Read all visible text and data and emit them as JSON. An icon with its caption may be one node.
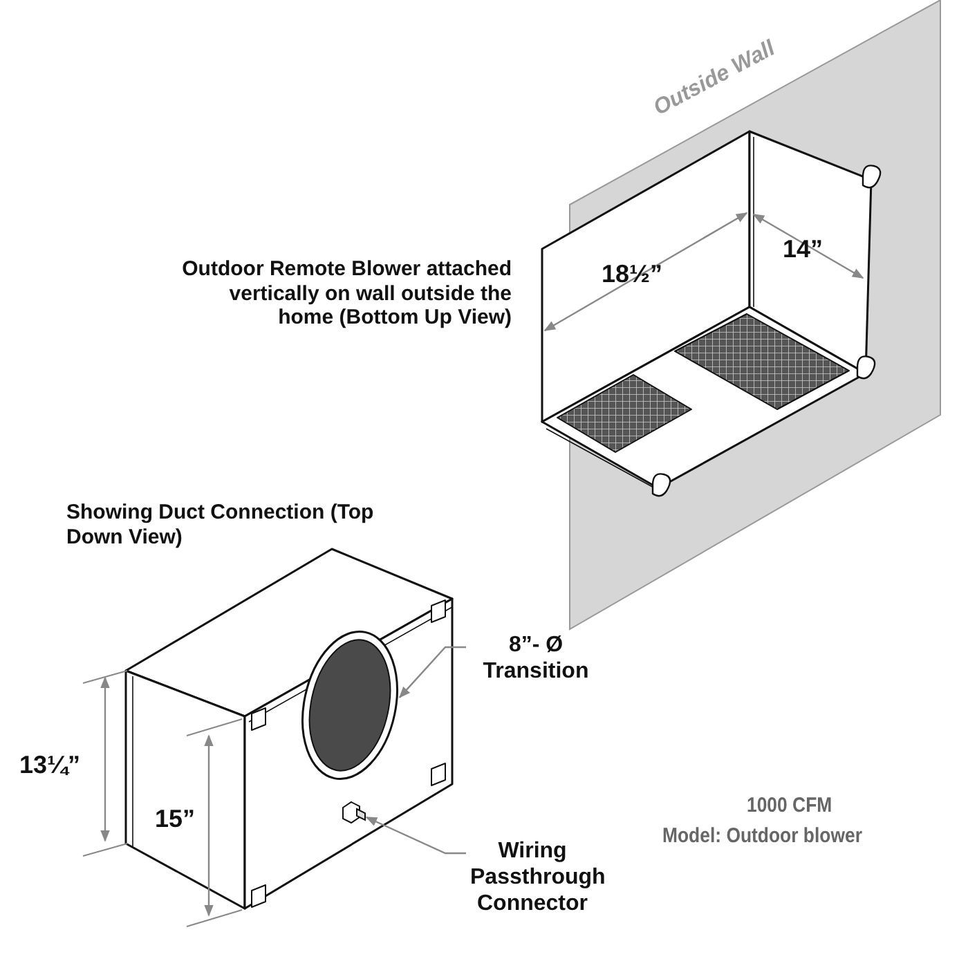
{
  "diagram": {
    "nodes": [
      {
        "text": [
          "8”- Ø Transition"
        ]
      },
      {
        "text": [],
        "shape": "circle"
      },
      {
        "text": [
          "Wiring Passthrough Connector"
        ]
      },
      {
        "text": [],
        "shape": "box"
      }
    ],
    "edges": [
      {
        "from": 0,
        "to": 1,
        "arrow": "to"
      },
      {
        "from": 2,
        "to": 3,
        "arrow": "to"
      }
    ],
    "labels": [
      "Outside Wall",
      "18½”",
      "14”",
      "Outdoor Remote Blower attached vertically on wall outside the home (Bottom Up View)",
      "Showing Duct Connection (Top Down View)",
      "13¼”",
      "15”",
      "1000 CFM",
      "**Model:** Outdoor blower"
    ]
  }
}
